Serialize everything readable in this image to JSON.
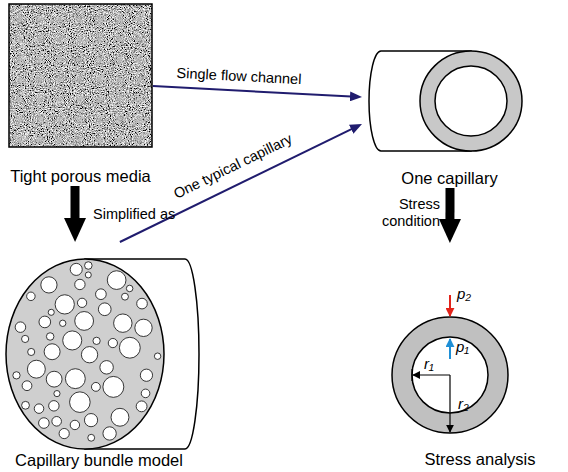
{
  "diagram": {
    "nodes": [
      {
        "text": [
          "Tight porous media"
        ]
      },
      {
        "text": [
          "One capillary"
        ]
      },
      {
        "text": [
          "Capillary bundle model"
        ]
      },
      {
        "text": [
          "Stress analysis"
        ]
      }
    ],
    "edges": [
      {
        "from": 0,
        "to": 1,
        "label": "Single flow channel",
        "arrow": "to"
      },
      {
        "from": 0,
        "to": 2,
        "label": "Simplified as",
        "arrow": "to"
      },
      {
        "from": 2,
        "to": 1,
        "label": "One typical capillary",
        "arrow": "to"
      },
      {
        "from": 1,
        "to": 3,
        "label": "Stress condition",
        "arrow": "to"
      }
    ],
    "labels": [
      "p₂",
      "p₁",
      "r₁",
      "r₂"
    ]
  }
}
